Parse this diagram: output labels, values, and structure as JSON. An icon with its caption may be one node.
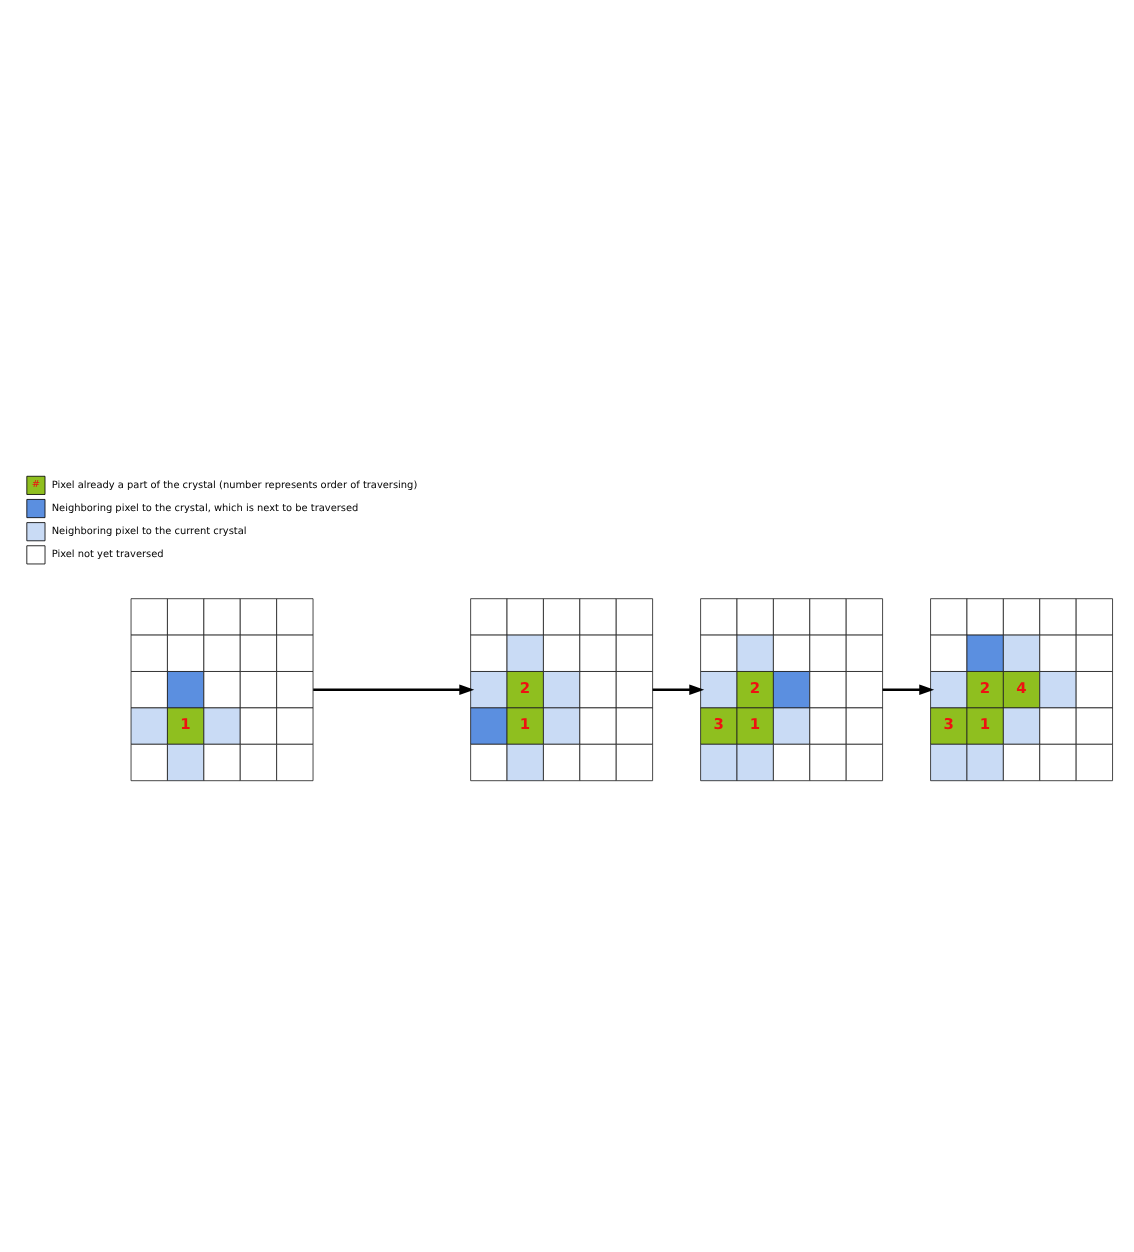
{
  "diagram": {
    "nodes": [
      {
        "text": [
          "1"
        ]
      },
      {
        "text": [
          "2",
          "1"
        ]
      },
      {
        "text": [
          "2",
          "4",
          "3",
          "1"
        ]
      },
      {
        "text": [
          "2",
          "3",
          "1"
        ]
      }
    ],
    "edges": [
      {
        "from": 0,
        "to": 1,
        "arrow": "to"
      },
      {
        "from": 1,
        "to": 3,
        "arrow": "to"
      },
      {
        "from": 3,
        "to": 2,
        "arrow": "to"
      }
    ],
    "labels": [
      "#"
    ],
    "legend": [
      {
        "text": "Pixel already a part of the crystal (number represents order of traversing)",
        "color": "#8fbf1f"
      },
      {
        "text": "Neighboring pixel to the crystal, which is next to be traversed",
        "color": "#5b8fe0"
      },
      {
        "text": "Neighboring pixel to the current crystal",
        "color": "#c9dbf5"
      },
      {
        "text": "Pixel not yet traversed",
        "color": "#ffffff"
      }
    ]
  }
}
